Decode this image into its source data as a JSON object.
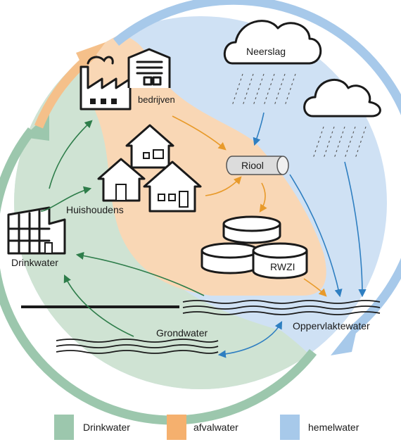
{
  "labels": {
    "neerslag": "Neerslag",
    "bedrijven": "bedrijven",
    "riool": "Riool",
    "huishoudens": "Huishoudens",
    "drinkwater": "Drinkwater",
    "rwzi": "RWZI",
    "grondwater": "Grondwater",
    "oppervlaktewater": "Oppervlaktewater"
  },
  "legend": [
    {
      "label": "Drinkwater",
      "color": "#9cc7ad"
    },
    {
      "label": "afvalwater",
      "color": "#f5b06e"
    },
    {
      "label": "hemelwater",
      "color": "#a7c9ea"
    }
  ],
  "colors": {
    "green_zone": "#cfe3d3",
    "orange_zone": "#f9d7b5",
    "blue_zone": "#cfe1f4",
    "green_arrow": "#2e7d4a",
    "orange_arrow": "#e89a2a",
    "blue_arrow": "#2f7fc1"
  }
}
